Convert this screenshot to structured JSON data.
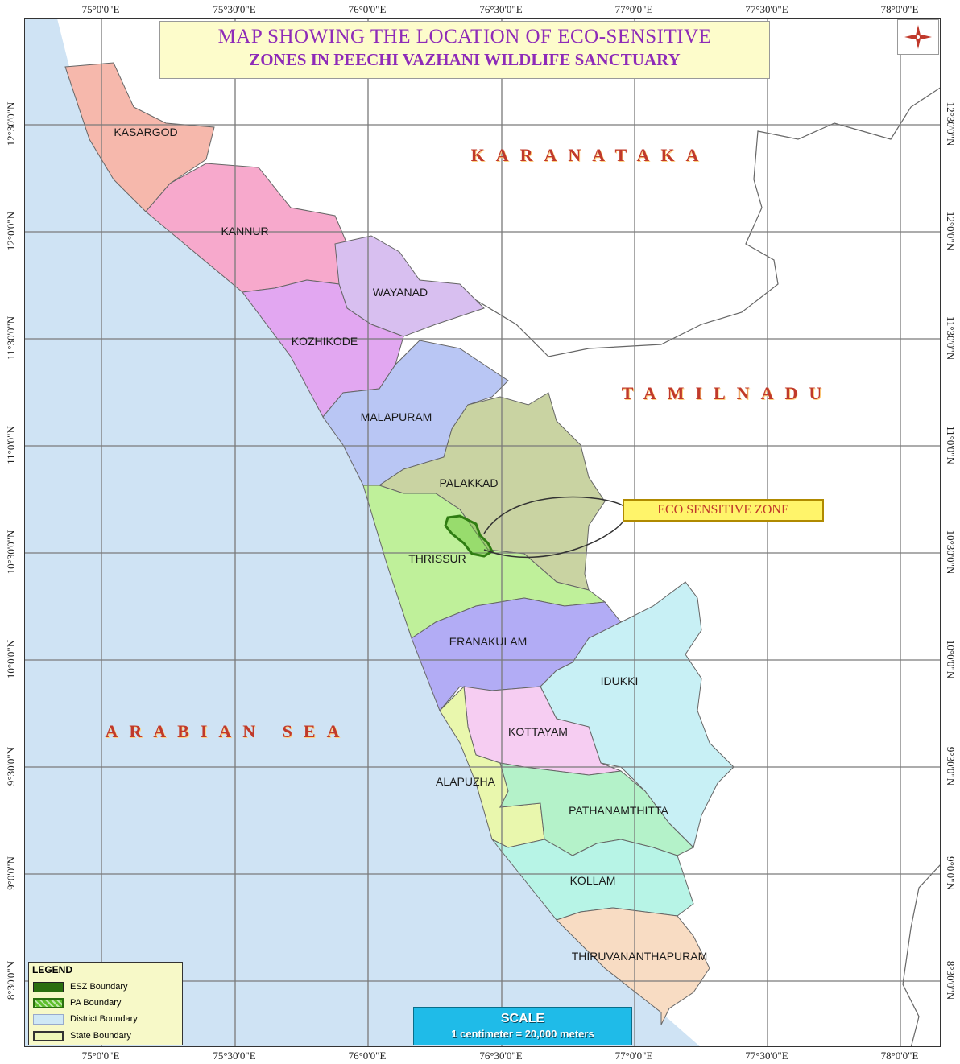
{
  "title": {
    "line1": "MAP SHOWING THE LOCATION OF ECO-SENSITIVE",
    "line2": "ZONES IN PEECHI VAZHANI WILDLIFE SANCTUARY"
  },
  "axes": {
    "top": [
      "75°0'0\"E",
      "75°30'0\"E",
      "76°0'0\"E",
      "76°30'0\"E",
      "77°0'0\"E",
      "77°30'0\"E",
      "78°0'0\"E"
    ],
    "bottom": [
      "75°0'0\"E",
      "75°30'0\"E",
      "76°0'0\"E",
      "76°30'0\"E",
      "77°0'0\"E",
      "77°30'0\"E",
      "78°0'0\"E"
    ],
    "left": [
      "12°30'0\"N",
      "12°0'0\"N",
      "11°30'0\"N",
      "11°0'0\"N",
      "10°30'0\"N",
      "10°0'0\"N",
      "9°30'0\"N",
      "9°0'0\"N",
      "8°30'0\"N"
    ],
    "right": [
      "12°30'0\"N",
      "12°0'0\"N",
      "11°30'0\"N",
      "11°0'0\"N",
      "10°30'0\"N",
      "10°0'0\"N",
      "9°30'0\"N",
      "9°0'0\"N",
      "8°30'0\"N"
    ]
  },
  "districts": [
    {
      "name": "KASARGOD",
      "color": "#f6b8ac"
    },
    {
      "name": "KANNUR",
      "color": "#f7a9cc"
    },
    {
      "name": "WAYANAD",
      "color": "#d8bff0"
    },
    {
      "name": "KOZHIKODE",
      "color": "#e2a7f1"
    },
    {
      "name": "MALAPURAM",
      "color": "#b9c6f4"
    },
    {
      "name": "PALAKKAD",
      "color": "#c9d3a2"
    },
    {
      "name": "THRISSUR",
      "color": "#bff09a"
    },
    {
      "name": "ERANAKULAM",
      "color": "#b2acf5"
    },
    {
      "name": "IDUKKI",
      "color": "#c8f0f5"
    },
    {
      "name": "KOTTAYAM",
      "color": "#f6cdf2"
    },
    {
      "name": "ALAPUZHA",
      "color": "#e9f7ad"
    },
    {
      "name": "PATHANAMTHITTA",
      "color": "#b4f2c9"
    },
    {
      "name": "KOLLAM",
      "color": "#b7f4e6"
    },
    {
      "name": "THIRUVANANTHAPURAM",
      "color": "#f8dcc3"
    }
  ],
  "regions": {
    "karnataka": "KARANATAKA",
    "tamilnadu": "TAMILNADU",
    "sea": "ARABIAN SEA"
  },
  "colors": {
    "sea": "#cfe3f4",
    "land": "#ffffff",
    "grid": "#7a7a7a",
    "esz": "#2f7d12",
    "title_text": "#8e2bb8",
    "region_text": "#c0392b"
  },
  "callout": {
    "label": "ECO SENSITIVE ZONE"
  },
  "legend": {
    "title": "LEGEND",
    "items": [
      {
        "label": "ESZ Boundary",
        "color": "#2a6e0f"
      },
      {
        "label": "PA Boundary",
        "color": "#5fbf2b"
      },
      {
        "label": "District Boundary",
        "color": "#cfe8f6"
      },
      {
        "label": "State Boundary",
        "color": "#eef7b8"
      }
    ]
  },
  "scale": {
    "title": "SCALE",
    "text": "1 centimeter = 20,000 meters"
  },
  "north_arrow": {
    "icon": "compass-rose-icon"
  }
}
